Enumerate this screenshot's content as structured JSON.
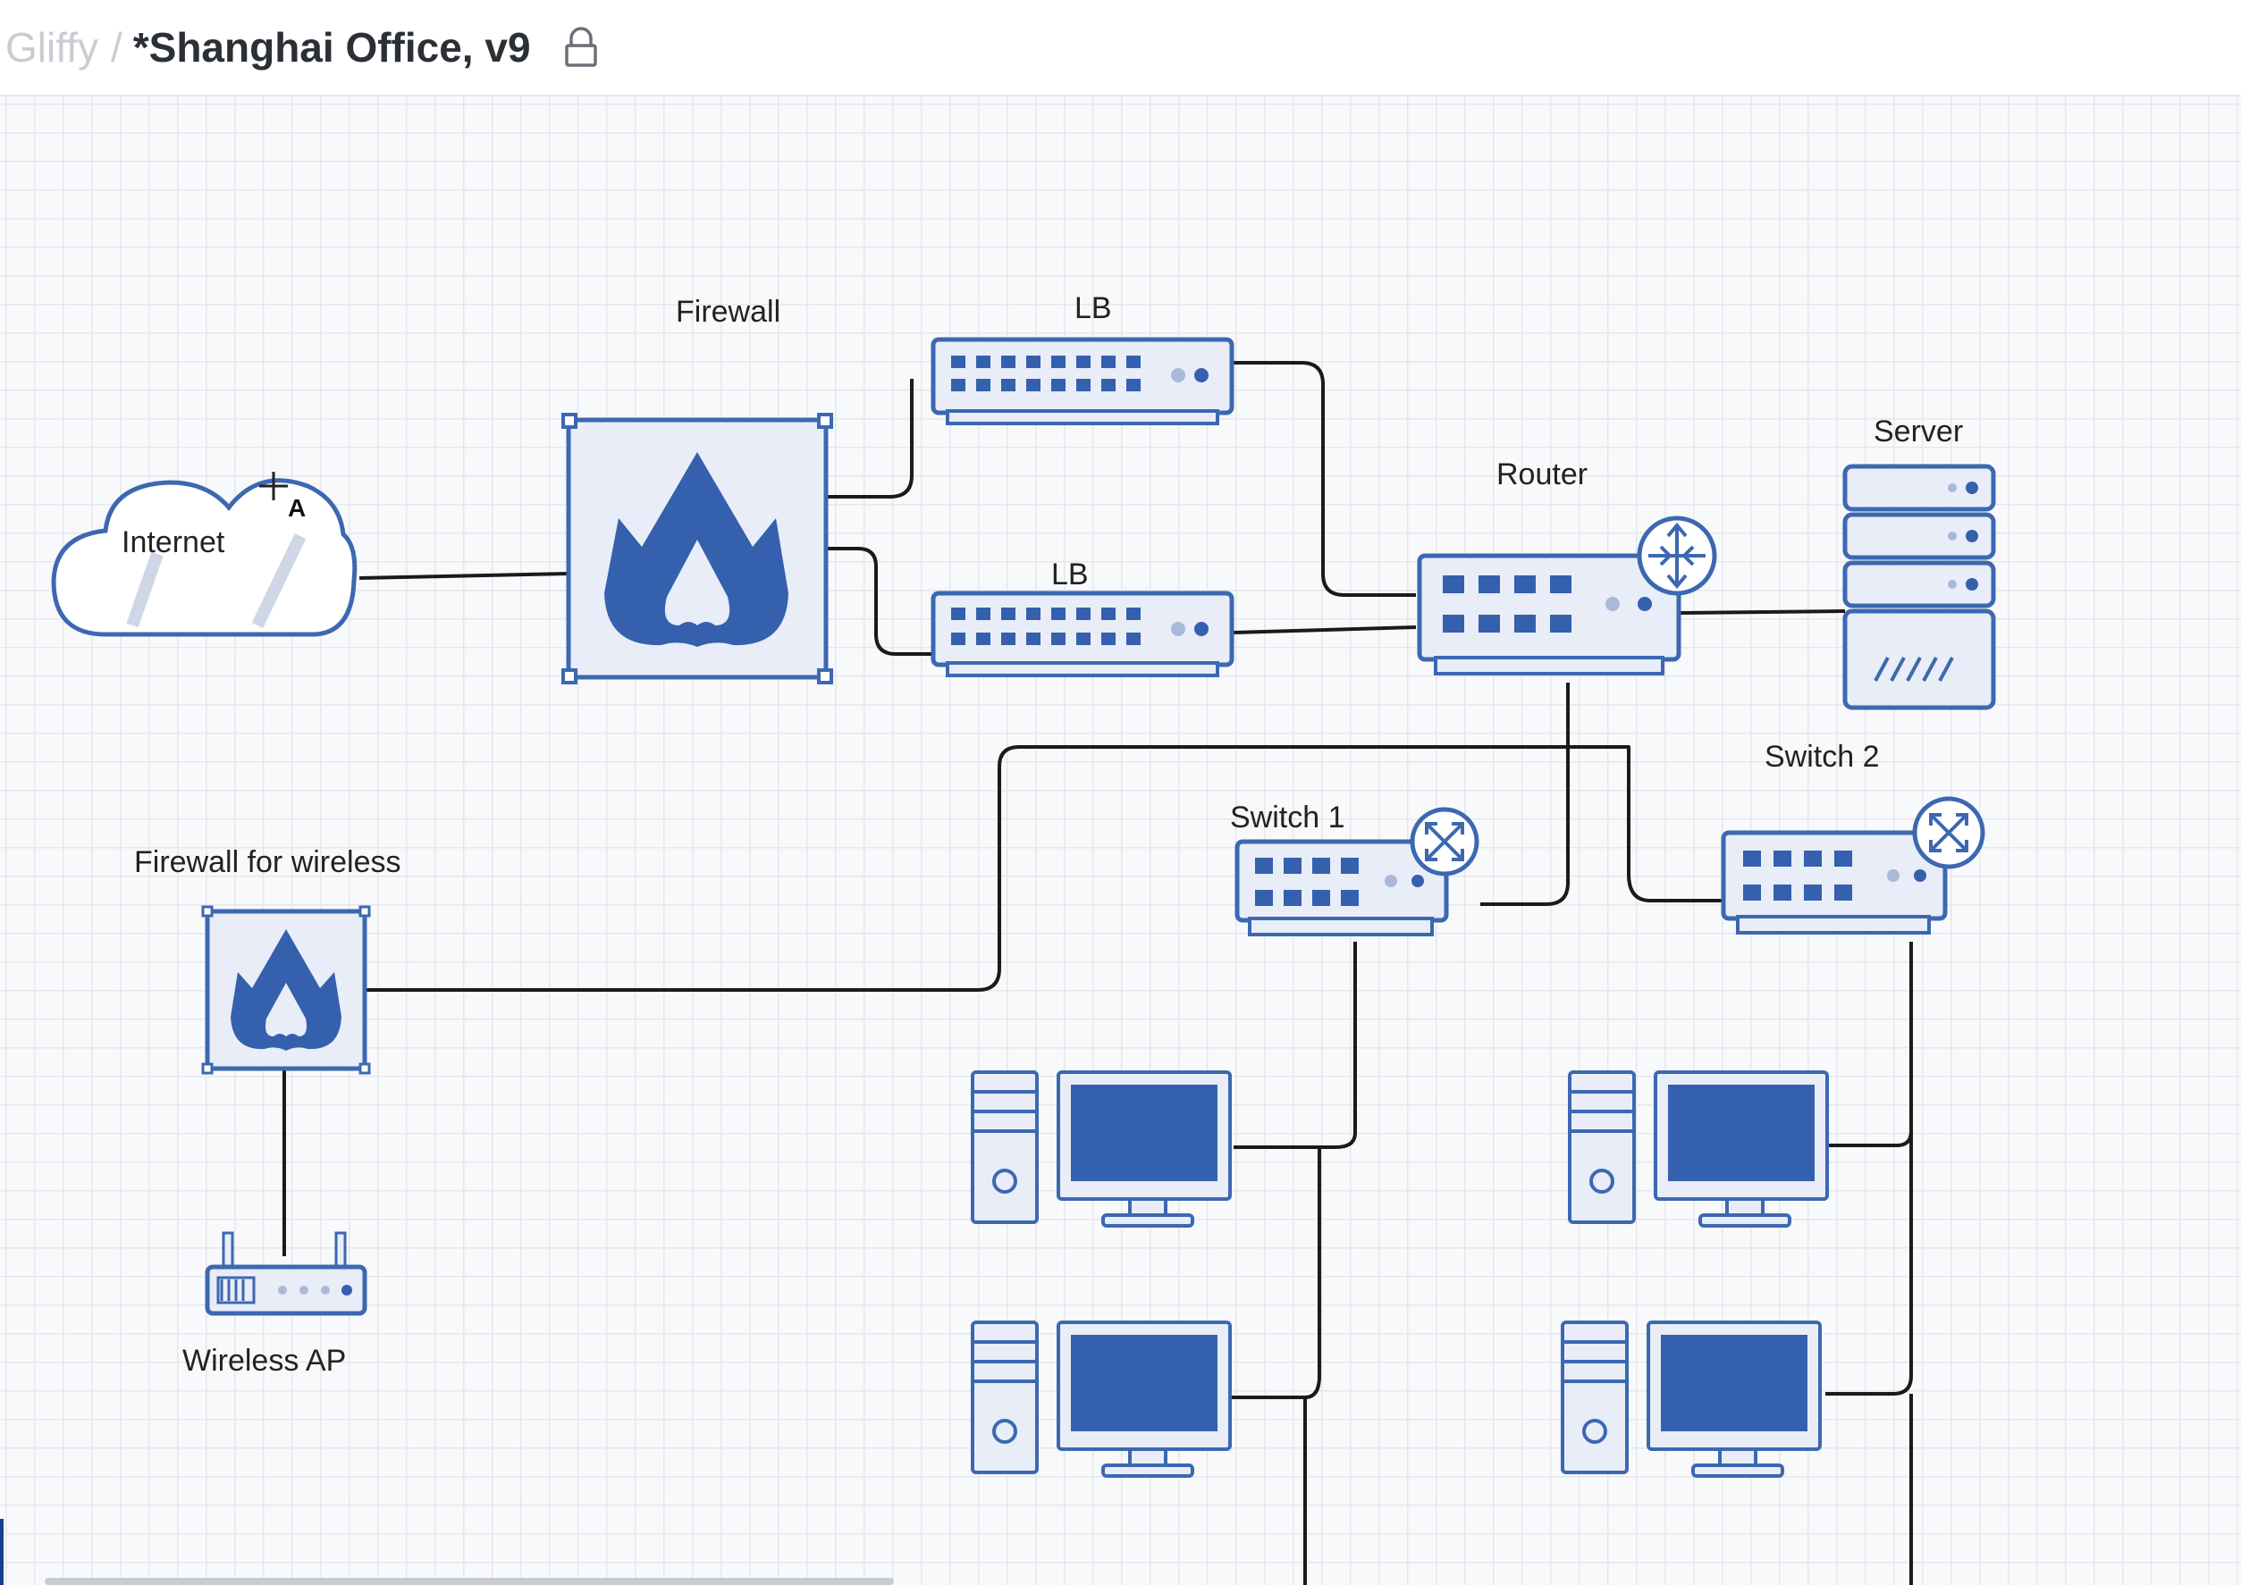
{
  "header": {
    "app_name": "Gliffy",
    "separator": "/",
    "title": "*Shanghai Office, v9",
    "lock_icon": "lock-icon"
  },
  "diagram": {
    "labels": {
      "internet": "Internet",
      "firewall": "Firewall",
      "lb_top": "LB",
      "lb_bottom": "LB",
      "router": "Router",
      "server": "Server",
      "switch1": "Switch 1",
      "switch2": "Switch 2",
      "firewall_wireless": "Firewall for wireless",
      "wireless_ap": "Wireless AP"
    },
    "cursor_text": "A"
  },
  "colors": {
    "shape_fill": "#e8edf7",
    "shape_stroke": "#3c68b1",
    "shape_dark": "#3560ad",
    "connector": "#1a1a1a",
    "grid": "#e5e7ec"
  }
}
